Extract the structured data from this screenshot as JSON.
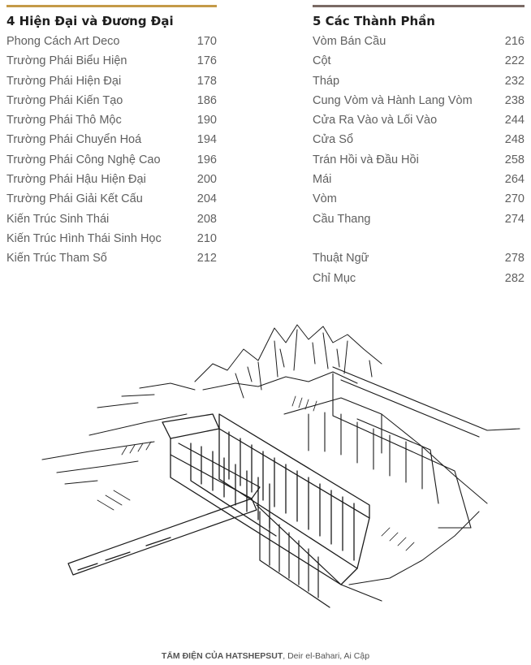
{
  "colors": {
    "left_rule": "#c49a48",
    "right_rule": "#7a6a64"
  },
  "left_section": {
    "heading": "4 Hiện Đại và Đương Đại",
    "entries": [
      {
        "title": "Phong Cách Art Deco",
        "page": "170"
      },
      {
        "title": "Trường Phái Biểu Hiện",
        "page": "176"
      },
      {
        "title": "Trường Phái Hiện Đại",
        "page": "178"
      },
      {
        "title": "Trường Phái Kiến Tạo",
        "page": "186"
      },
      {
        "title": "Trường Phái Thô Mộc",
        "page": "190"
      },
      {
        "title": "Trường Phái Chuyển Hoá",
        "page": "194"
      },
      {
        "title": "Trường Phái Công Nghệ Cao",
        "page": "196"
      },
      {
        "title": "Trường Phái Hậu Hiện Đại",
        "page": "200"
      },
      {
        "title": "Trường Phái Giải Kết Cấu",
        "page": "204"
      },
      {
        "title": "Kiến Trúc Sinh Thái",
        "page": "208"
      },
      {
        "title": "Kiến Trúc Hình Thái Sinh Học",
        "page": "210"
      },
      {
        "title": "Kiến Trúc Tham Số",
        "page": "212"
      }
    ]
  },
  "right_section": {
    "heading": "5 Các Thành Phần",
    "entries": [
      {
        "title": "Vòm Bán Cầu",
        "page": "216"
      },
      {
        "title": "Cột",
        "page": "222"
      },
      {
        "title": "Tháp",
        "page": "232"
      },
      {
        "title": "Cung Vòm và Hành Lang Vòm",
        "page": "238"
      },
      {
        "title": "Cửa Ra Vào và Lối Vào",
        "page": "244"
      },
      {
        "title": "Cửa Sổ",
        "page": "248"
      },
      {
        "title": "Trán Hồi và Đầu Hồi",
        "page": "258"
      },
      {
        "title": "Mái",
        "page": "264"
      },
      {
        "title": "Vòm",
        "page": "270"
      },
      {
        "title": "Cầu Thang",
        "page": "274"
      }
    ],
    "back_matter": [
      {
        "title": "Thuật Ngữ",
        "page": "278"
      },
      {
        "title": "Chỉ Mục",
        "page": "282"
      }
    ]
  },
  "illustration": {
    "caption_title": "TẨM ĐIỆN CỦA HATSHEPSUT",
    "caption_location": ", Deir el-Bahari, Ai Cập"
  }
}
